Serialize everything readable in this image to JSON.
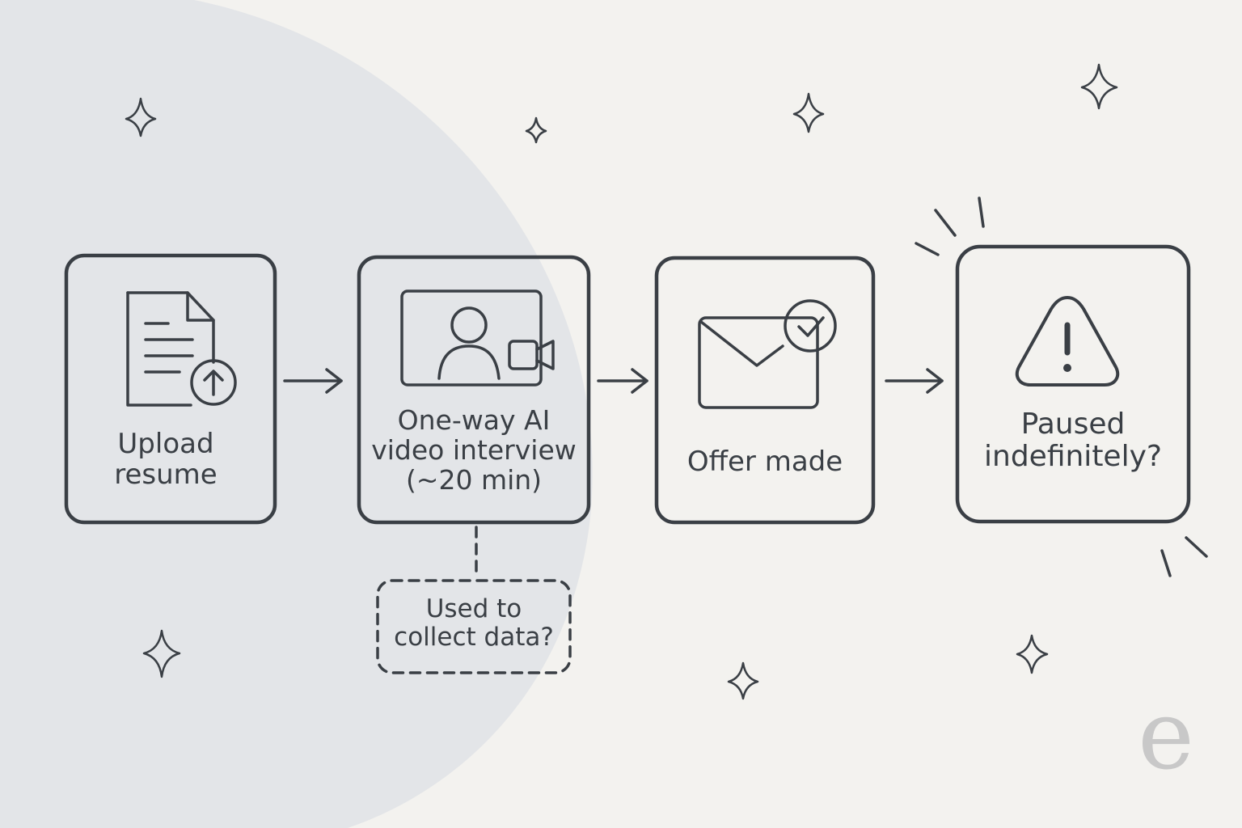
{
  "steps": [
    {
      "line1": "Upload",
      "line2": "resume",
      "icon": "document-upload-icon"
    },
    {
      "line1": "One-way AI",
      "line2": "video interview",
      "line3": "(~20 min)",
      "icon": "video-call-icon"
    },
    {
      "line1": "Offer made",
      "icon": "envelope-check-icon"
    },
    {
      "line1": "Paused",
      "line2": "indefinitely?",
      "icon": "warning-icon"
    }
  ],
  "note": {
    "line1": "Used to",
    "line2": "collect data?"
  },
  "logo": {
    "letter": "e"
  },
  "colors": {
    "background": "#f3f2ef",
    "blob": "#e3e5e8",
    "ink": "#3a3f45",
    "logo": "#c8c8c8"
  }
}
